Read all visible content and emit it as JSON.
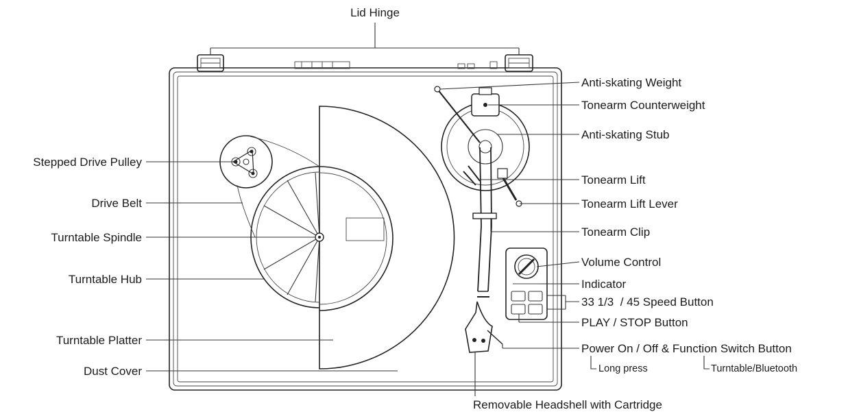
{
  "labels": {
    "lid_hinge": "Lid Hinge",
    "stepped_drive_pulley": "Stepped Drive Pulley",
    "drive_belt": "Drive Belt",
    "turntable_spindle": "Turntable Spindle",
    "turntable_hub": "Turntable Hub",
    "turntable_platter": "Turntable Platter",
    "dust_cover": "Dust Cover",
    "anti_skating_weight": "Anti-skating Weight",
    "tonearm_counterweight": "Tonearm Counterweight",
    "anti_skating_stub": "Anti-skating Stub",
    "tonearm_lift": "Tonearm Lift",
    "tonearm_lift_lever": "Tonearm Lift Lever",
    "tonearm_clip": "Tonearm Clip",
    "volume_control": "Volume Control",
    "indicator": "Indicator",
    "speed_button": "33 1/3  / 45 Speed Button",
    "play_stop_button": "PLAY / STOP Button",
    "power_button": "Power On / Off & Function Switch Button",
    "long_press": "Long press",
    "turntable_bluetooth": "Turntable/Bluetooth",
    "headshell": "Removable Headshell with Cartridge"
  },
  "icons": {
    "pulley": "stepped-pulley-icon",
    "tonearm": "tonearm-icon",
    "control_panel": "control-panel-icon"
  },
  "colors": {
    "line": "#333333",
    "text": "#1a1a1a",
    "background": "#ffffff"
  }
}
